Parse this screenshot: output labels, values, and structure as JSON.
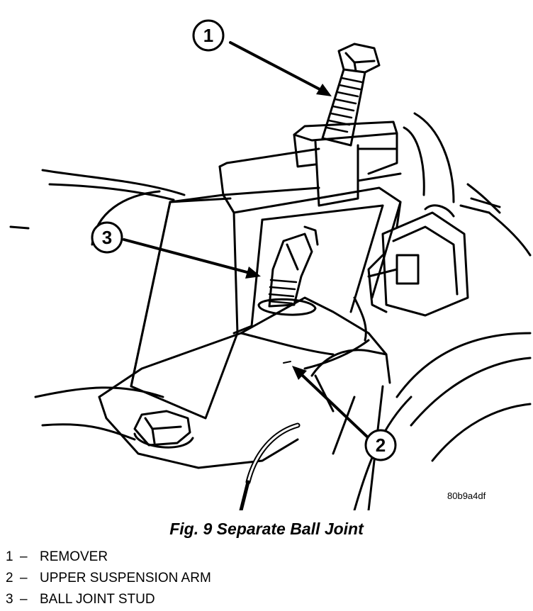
{
  "callouts": [
    {
      "number": "1"
    },
    {
      "number": "2"
    },
    {
      "number": "3"
    }
  ],
  "image_code": "80b9a4df",
  "caption": "Fig. 9 Separate Ball Joint",
  "legend": {
    "separator": "–",
    "items": [
      {
        "number": "1",
        "label": "REMOVER"
      },
      {
        "number": "2",
        "label": "UPPER SUSPENSION ARM"
      },
      {
        "number": "3",
        "label": "BALL JOINT STUD"
      }
    ]
  }
}
